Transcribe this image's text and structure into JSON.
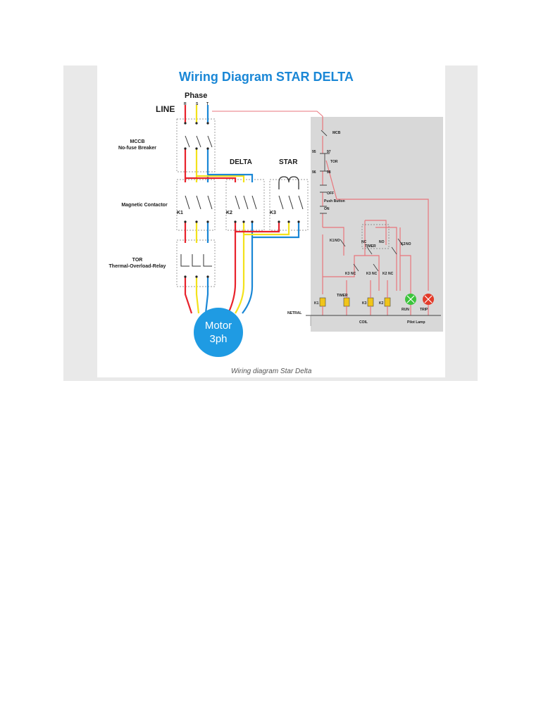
{
  "diagram": {
    "title": "Wiring Diagram STAR DELTA",
    "phase_label": "Phase",
    "line_label": "LINE",
    "phases": [
      "R",
      "S",
      "T"
    ],
    "mccb_label": "MCCB",
    "mccb_sub": "No-fuse Breaker",
    "contactor_label": "Magnetic Contactor",
    "tor_label": "TOR",
    "tor_sub": "Thermal-Overload-Relay",
    "delta_label": "DELTA",
    "star_label": "STAR",
    "k1": "K1",
    "k2": "K2",
    "k3": "K3",
    "motor_line1": "Motor",
    "motor_line2": "3ph",
    "caption": "Wiring diagram Star Delta",
    "colors": {
      "R": "#e8232c",
      "S": "#f3e21b",
      "T": "#1a87d6",
      "control_bg": "#d8d8d8",
      "motor": "#1f9be3",
      "run_lamp": "#3cc43c",
      "trip_lamp": "#e33b2a",
      "coil": "#f0c419"
    },
    "control": {
      "mcb": "MCB",
      "tor": "TOR",
      "n95": "95",
      "n97": "97",
      "n96": "96",
      "n98": "98",
      "off": "OFF",
      "push_button": "Push Button",
      "on": "ON",
      "k1_no": "K1",
      "no": "NO",
      "nc": "NC",
      "timer": "TIMER",
      "k2_no": "K2",
      "k3_nc": "K3",
      "k3_nc2": "K3",
      "k2_nc": "K2",
      "coil_k1": "K1",
      "coil_timer": "TIMER",
      "coil_k3": "K3",
      "coil_k2": "K2",
      "run": "RUN",
      "trip": "TRIP",
      "netral": "NETRAL",
      "coil": "COIL",
      "pilot_lamp": "Pilot Lamp"
    }
  }
}
